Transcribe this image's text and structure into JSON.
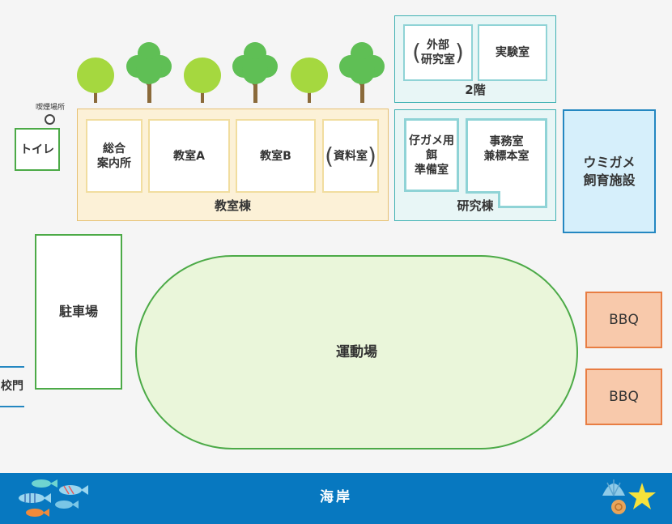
{
  "smoking_area": "喫煙場所",
  "toilet": "トイレ",
  "classroom_building": {
    "label": "教室棟",
    "rooms": [
      "総合\n案内所",
      "教室A",
      "教室B",
      "資料室"
    ]
  },
  "floor2": {
    "label": "2階",
    "rooms": [
      "外部\n研究室",
      "実験室"
    ]
  },
  "research_building": {
    "label": "研究棟",
    "rooms": [
      "仔ガメ用\n餌\n準備室",
      "事務室\n兼標本室"
    ]
  },
  "turtle_facility": "ウミガメ\n飼育施設",
  "parking": "駐車場",
  "school_gate": "校門",
  "field": "運動場",
  "bbq": [
    "BBQ",
    "BBQ"
  ],
  "coast": "海岸",
  "colors": {
    "classroom_building_fill": "#fcf1d7",
    "classroom_building_border": "#e6c073",
    "research_building_fill": "#e8f6f6",
    "research_building_border": "#3fb1b3",
    "turtle_fill": "#d6effb",
    "turtle_border": "#2487c1",
    "green": "#4caa47",
    "field_fill": "#eaf6da",
    "bbq_fill": "#f8c9ab",
    "bbq_border": "#e87d43",
    "sea": "#0778c0"
  }
}
